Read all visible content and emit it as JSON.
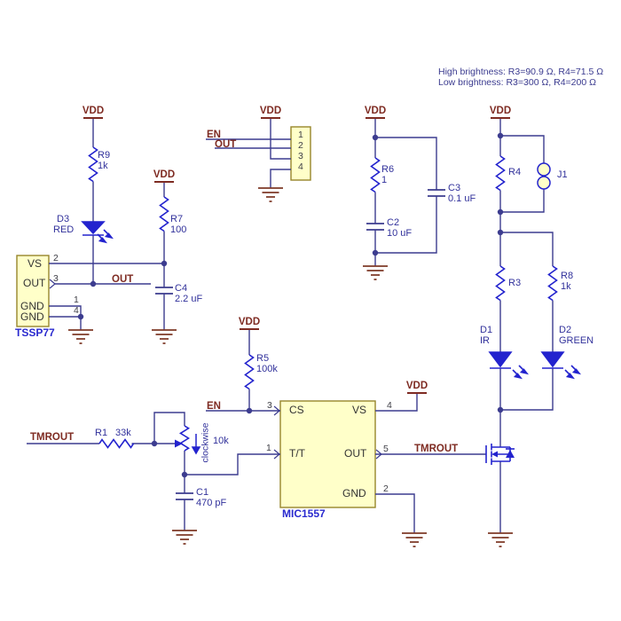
{
  "note": {
    "line1": "High brightness: R3=90.9 Ω, R4=71.5 Ω",
    "line2": "Low brightness: R3=300 Ω, R4=200 Ω"
  },
  "power": {
    "vdd": "VDD"
  },
  "nets": {
    "en": "EN",
    "out": "OUT",
    "tmrout": "TMROUT"
  },
  "components": {
    "r1": {
      "ref": "R1",
      "value": "33k"
    },
    "r3": {
      "ref": "R3"
    },
    "r4": {
      "ref": "R4"
    },
    "r5": {
      "ref": "R5",
      "value": "100k"
    },
    "r6": {
      "ref": "R6",
      "value": "1"
    },
    "r7": {
      "ref": "R7",
      "value": "100"
    },
    "r8": {
      "ref": "R8",
      "value": "1k"
    },
    "r9": {
      "ref": "R9",
      "value": "1k"
    },
    "pot": {
      "value": "10k",
      "annotation": "clockwise"
    },
    "c1": {
      "ref": "C1",
      "value": "470 pF"
    },
    "c2": {
      "ref": "C2",
      "value": "10 uF"
    },
    "c3": {
      "ref": "C3",
      "value": "0.1 uF"
    },
    "c4": {
      "ref": "C4",
      "value": "2.2 uF"
    },
    "d1": {
      "ref": "D1",
      "value": "IR"
    },
    "d2": {
      "ref": "D2",
      "value": "GREEN"
    },
    "d3": {
      "ref": "D3",
      "value": "RED"
    },
    "j1": {
      "ref": "J1"
    }
  },
  "tssp": {
    "name": "TSSP77",
    "pins": {
      "vs": {
        "num": "2",
        "label": "VS"
      },
      "out": {
        "num": "3",
        "label": "OUT"
      },
      "gnd1": {
        "num": "1",
        "label": "GND"
      },
      "gnd2": {
        "num": "4",
        "label": "GND"
      }
    }
  },
  "mic": {
    "name": "MIC1557",
    "pins": {
      "cs": {
        "num": "3",
        "label": "CS"
      },
      "tt": {
        "num": "1",
        "label": "T/T"
      },
      "vs": {
        "num": "4",
        "label": "VS"
      },
      "out": {
        "num": "5",
        "label": "OUT"
      },
      "gnd": {
        "num": "2",
        "label": "GND"
      }
    }
  },
  "header": {
    "pins": [
      "1",
      "2",
      "3",
      "4"
    ]
  }
}
